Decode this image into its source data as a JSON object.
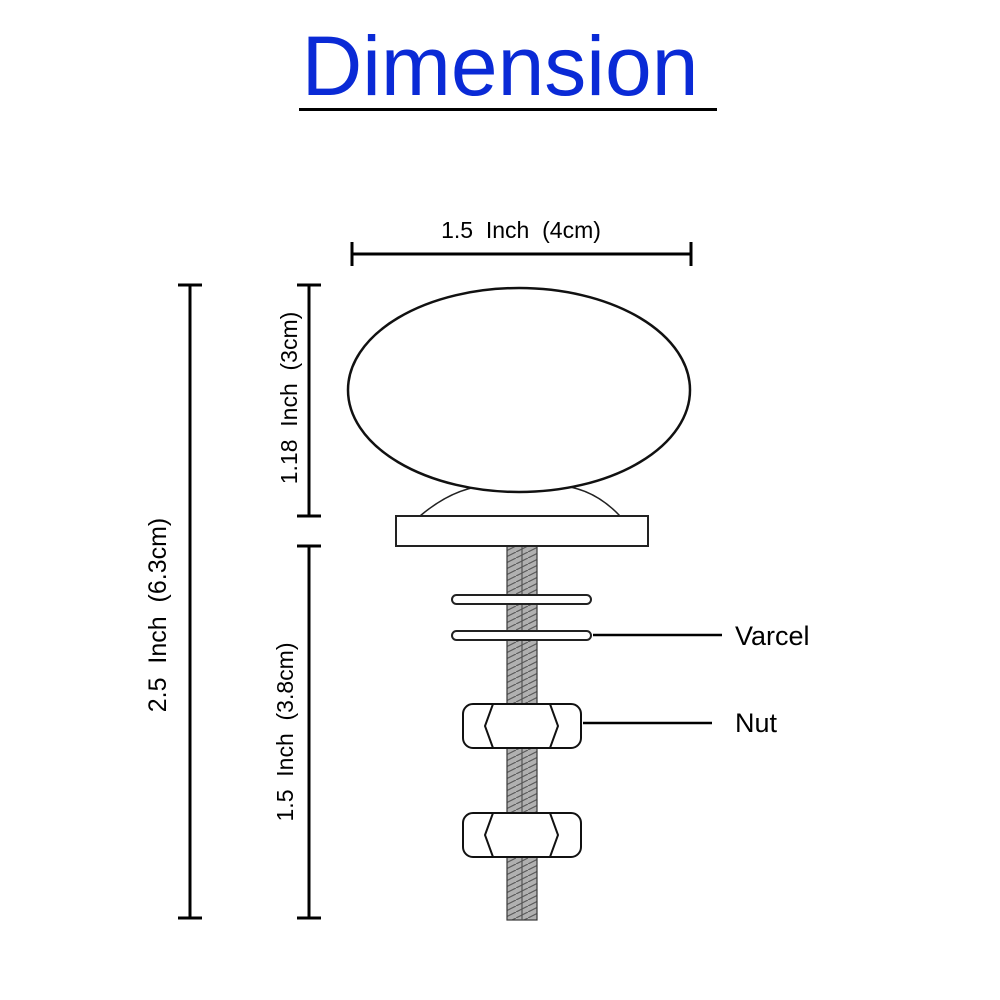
{
  "title": "Dimension",
  "colors": {
    "title": "#0a2ad6",
    "line": "#000000",
    "thread": "#8f8f8f",
    "background": "#ffffff"
  },
  "dimensions": {
    "knob_width": "1.5  Inch  (4cm)",
    "knob_height": "1.18  Inch  (3cm)",
    "total_height": "2.5  Inch  (6.3cm)",
    "thread_length": "1.5  Inch  (3.8cm)"
  },
  "callouts": {
    "washer": "Varcel",
    "nut": "Nut"
  }
}
